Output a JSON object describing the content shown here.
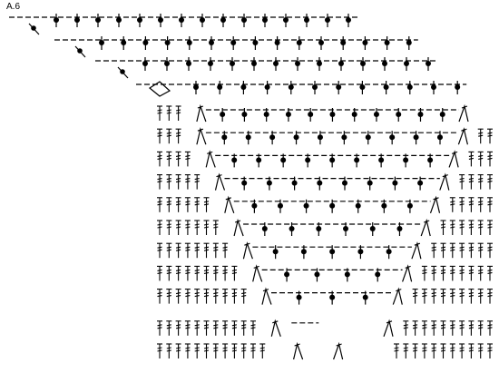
{
  "chart": {
    "label": "A.6",
    "ink_color": "#000000",
    "background": "#ffffff"
  },
  "legend_symbols": {
    "chain": "short-dash",
    "sc": "dot-on-stem",
    "tr": "double-crossed-stem",
    "dc_slanted": "slanted-dash-stroke",
    "dc_cluster": "inverted-v-with-dot",
    "chain_space": "open-diamond-loop"
  },
  "diagram": {
    "type": "crochet-chart",
    "top_rows": [
      {
        "start_symbol": "slanted-dot",
        "pattern": "chain-sc-repeat",
        "sc_count": 15
      },
      {
        "start_symbol": "slanted-dot",
        "pattern": "chain-sc-repeat",
        "sc_count": 15
      },
      {
        "start_symbol": "slanted-dot",
        "pattern": "chain-sc-repeat",
        "sc_count": 14
      },
      {
        "start_symbol": "open-diamond",
        "pattern": "chain-sc-repeat",
        "sc_count": 12
      }
    ],
    "body_rows": [
      {
        "left_trebles": 3,
        "sc_count": 11,
        "right_trebles": 0
      },
      {
        "left_trebles": 3,
        "sc_count": 10,
        "right_trebles": 2
      },
      {
        "left_trebles": 4,
        "sc_count": 9,
        "right_trebles": 3
      },
      {
        "left_trebles": 5,
        "sc_count": 8,
        "right_trebles": 4
      },
      {
        "left_trebles": 6,
        "sc_count": 7,
        "right_trebles": 5
      },
      {
        "left_trebles": 7,
        "sc_count": 6,
        "right_trebles": 6
      },
      {
        "left_trebles": 8,
        "sc_count": 5,
        "right_trebles": 7
      },
      {
        "left_trebles": 9,
        "sc_count": 4,
        "right_trebles": 8
      },
      {
        "left_trebles": 10,
        "sc_count": 3,
        "right_trebles": 9
      },
      {
        "left_trebles": 11,
        "sc_count": 0,
        "right_trebles": 10
      },
      {
        "left_trebles": 12,
        "sc_count": 0,
        "right_trebles": 11
      }
    ]
  }
}
